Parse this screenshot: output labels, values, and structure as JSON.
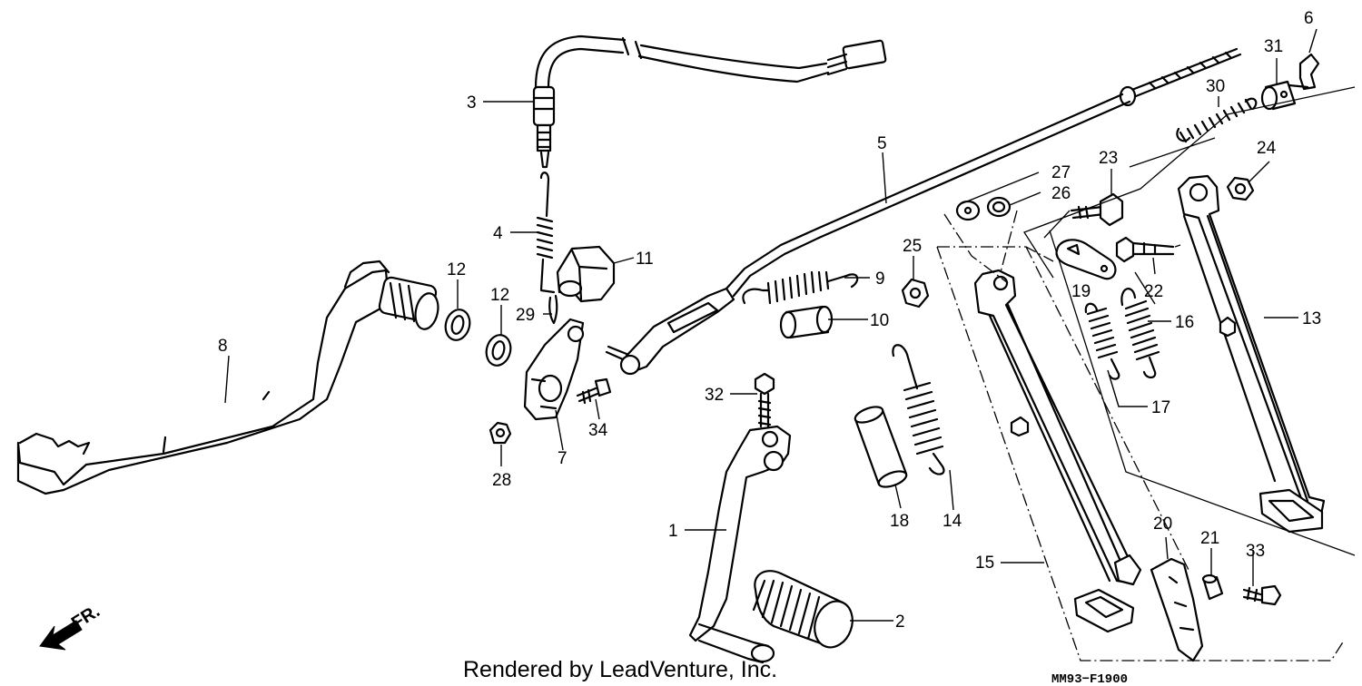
{
  "diagram": {
    "credit": "Rendered by LeadVenture, Inc.",
    "diagram_code": "MM93−F1900",
    "direction_label": "FR.",
    "callouts": [
      {
        "id": "c1",
        "text": "1"
      },
      {
        "id": "c2",
        "text": "2"
      },
      {
        "id": "c3",
        "text": "3"
      },
      {
        "id": "c4",
        "text": "4"
      },
      {
        "id": "c5",
        "text": "5"
      },
      {
        "id": "c6",
        "text": "6"
      },
      {
        "id": "c7",
        "text": "7"
      },
      {
        "id": "c8",
        "text": "8"
      },
      {
        "id": "c9",
        "text": "9"
      },
      {
        "id": "c10",
        "text": "10"
      },
      {
        "id": "c11",
        "text": "11"
      },
      {
        "id": "c12a",
        "text": "12"
      },
      {
        "id": "c12b",
        "text": "12"
      },
      {
        "id": "c13",
        "text": "13"
      },
      {
        "id": "c14",
        "text": "14"
      },
      {
        "id": "c15",
        "text": "15"
      },
      {
        "id": "c16",
        "text": "16"
      },
      {
        "id": "c17",
        "text": "17"
      },
      {
        "id": "c18",
        "text": "18"
      },
      {
        "id": "c19",
        "text": "19"
      },
      {
        "id": "c20",
        "text": "20"
      },
      {
        "id": "c21",
        "text": "21"
      },
      {
        "id": "c22",
        "text": "22"
      },
      {
        "id": "c23",
        "text": "23"
      },
      {
        "id": "c24",
        "text": "24"
      },
      {
        "id": "c25",
        "text": "25"
      },
      {
        "id": "c26",
        "text": "26"
      },
      {
        "id": "c27",
        "text": "27"
      },
      {
        "id": "c28",
        "text": "28"
      },
      {
        "id": "c29",
        "text": "29"
      },
      {
        "id": "c30",
        "text": "30"
      },
      {
        "id": "c31",
        "text": "31"
      },
      {
        "id": "c32",
        "text": "32"
      },
      {
        "id": "c33",
        "text": "33"
      },
      {
        "id": "c34",
        "text": "34"
      }
    ]
  }
}
